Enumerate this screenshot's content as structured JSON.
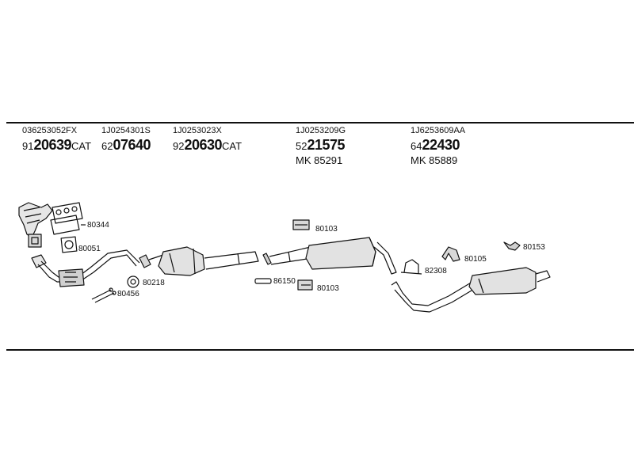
{
  "parts": [
    {
      "oe": "036253052FX",
      "prefix": "91",
      "number": "20639",
      "suffix": "CAT",
      "mk": ""
    },
    {
      "oe": "1J0254301S",
      "prefix": "62",
      "number": "07640",
      "suffix": "",
      "mk": ""
    },
    {
      "oe": "1J0253023X",
      "prefix": "92",
      "number": "20630",
      "suffix": "CAT",
      "mk": ""
    },
    {
      "oe": "1J0253209G",
      "prefix": "52",
      "number": "21575",
      "suffix": "",
      "mk": "MK  85291"
    },
    {
      "oe": "1J6253609AA",
      "prefix": "64",
      "number": "22430",
      "suffix": "",
      "mk": "MK  85889"
    }
  ],
  "callouts": {
    "c80344": "80344",
    "c80051": "80051",
    "c80218": "80218",
    "c80456": "80456",
    "c80103a": "80103",
    "c86150": "86150",
    "c80103b": "80103",
    "c82308": "82308",
    "c80105": "80105",
    "c80153": "80153"
  }
}
